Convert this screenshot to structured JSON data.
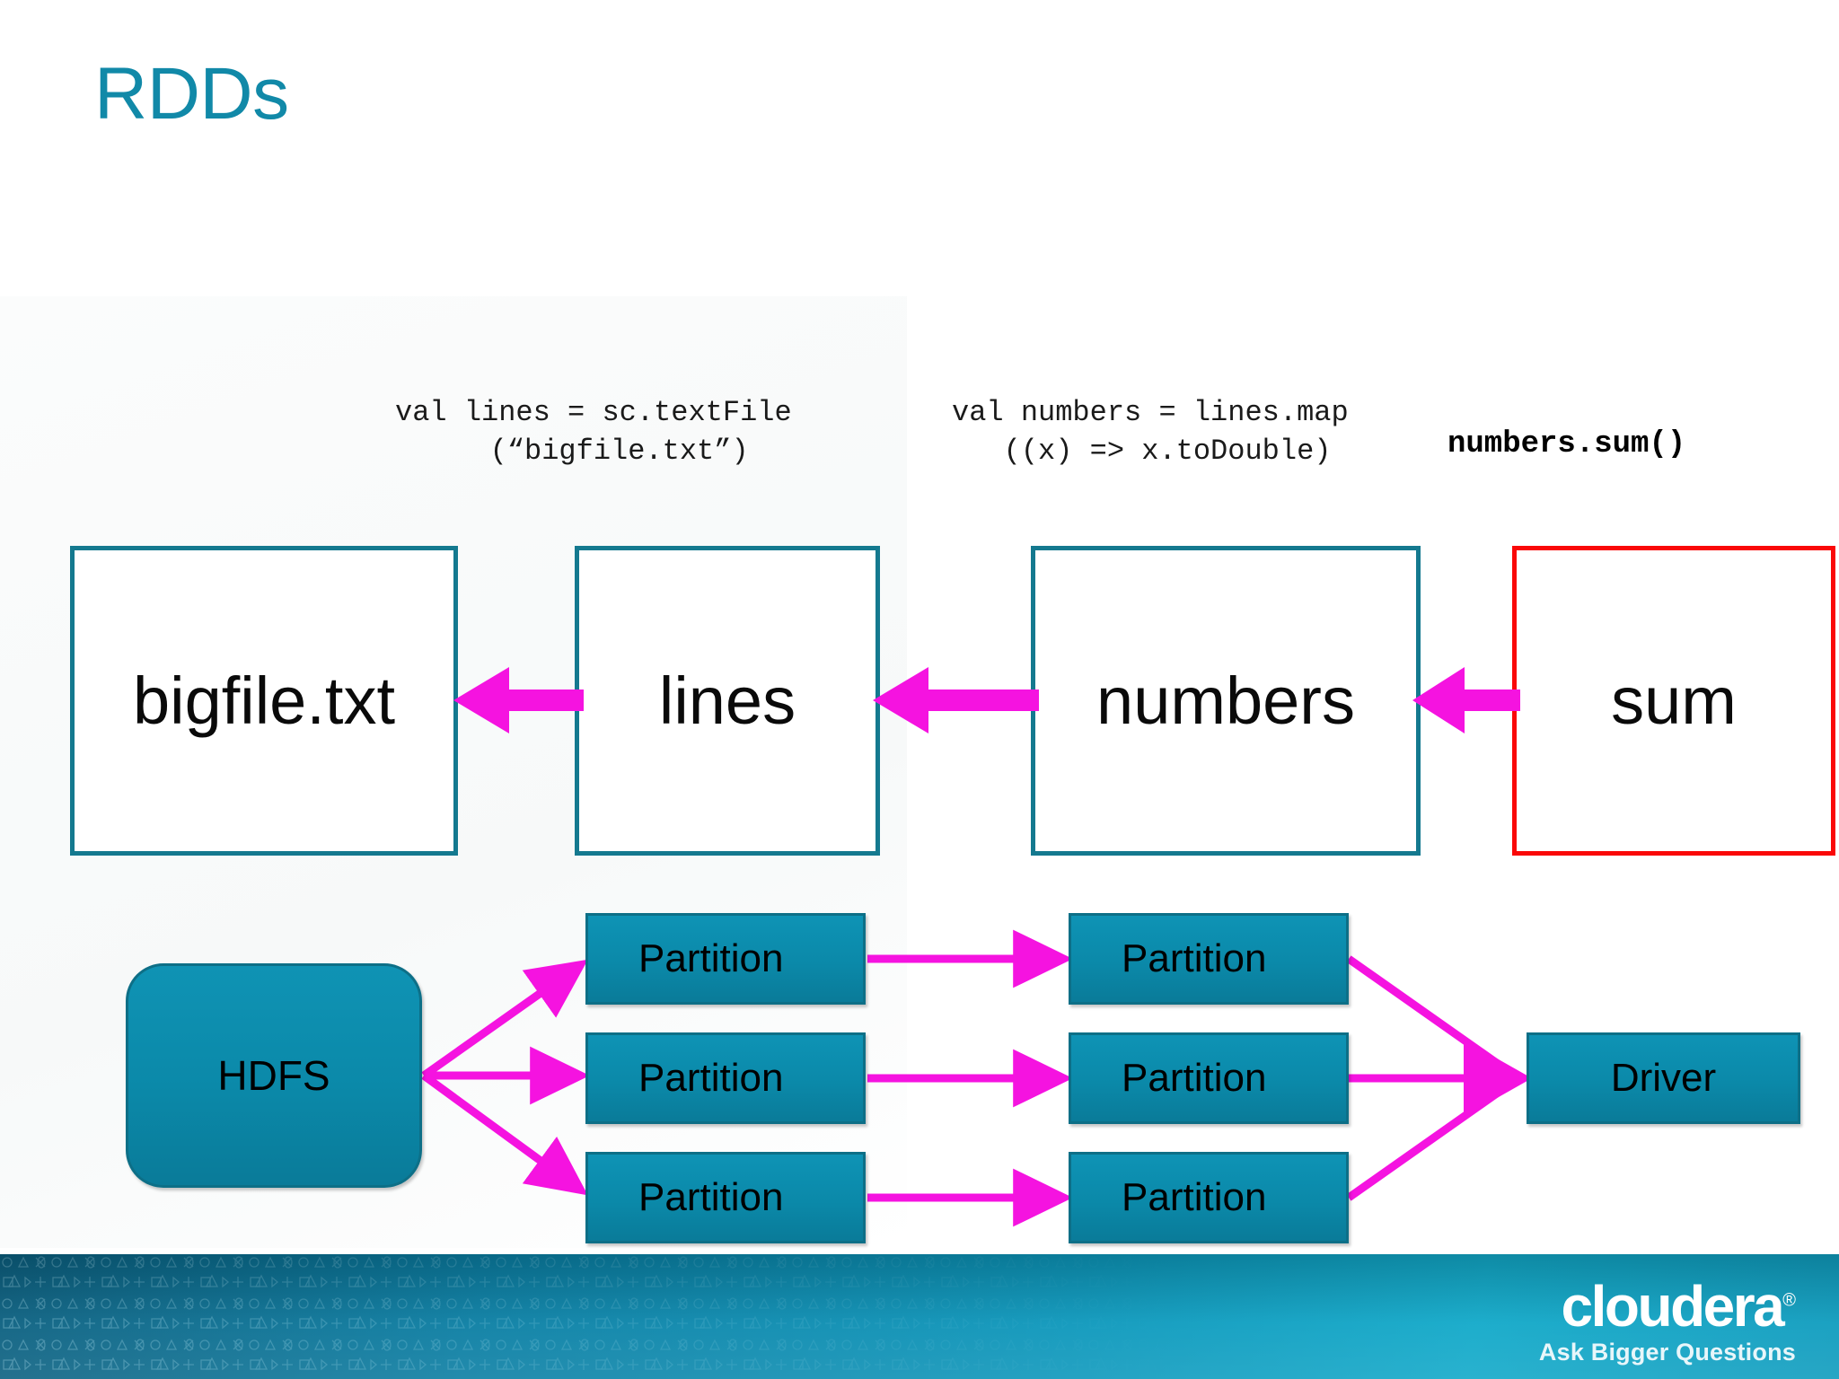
{
  "slide": {
    "title": "RDDs"
  },
  "code": {
    "lines_snippet": "val lines = sc.textFile\n   (“bigfile.txt”)",
    "numbers_snippet": "val numbers = lines.map\n  ((x) => x.toDouble)",
    "sum_snippet": "numbers.sum()"
  },
  "lineage": {
    "boxes": [
      {
        "label": "bigfile.txt",
        "border_color": "#14798f"
      },
      {
        "label": "lines",
        "border_color": "#14798f"
      },
      {
        "label": "numbers",
        "border_color": "#14798f"
      },
      {
        "label": "sum",
        "border_color": "#fa0808"
      }
    ],
    "arrow_color": "#f513e0",
    "arrow_direction": "left"
  },
  "execution": {
    "source": {
      "label": "HDFS"
    },
    "partitions_stage_one": [
      {
        "label": "Partition"
      },
      {
        "label": "Partition"
      },
      {
        "label": "Partition"
      }
    ],
    "partitions_stage_two": [
      {
        "label": "Partition"
      },
      {
        "label": "Partition"
      },
      {
        "label": "Partition"
      }
    ],
    "sink": {
      "label": "Driver"
    },
    "arrow_color": "#f513e0",
    "node_fill": "#0b89a9",
    "node_border": "#0d6f87"
  },
  "footer": {
    "brand": "cloudera",
    "registered_mark": "®",
    "tagline": "Ask Bigger Questions",
    "band_color": "#0c97bb"
  }
}
